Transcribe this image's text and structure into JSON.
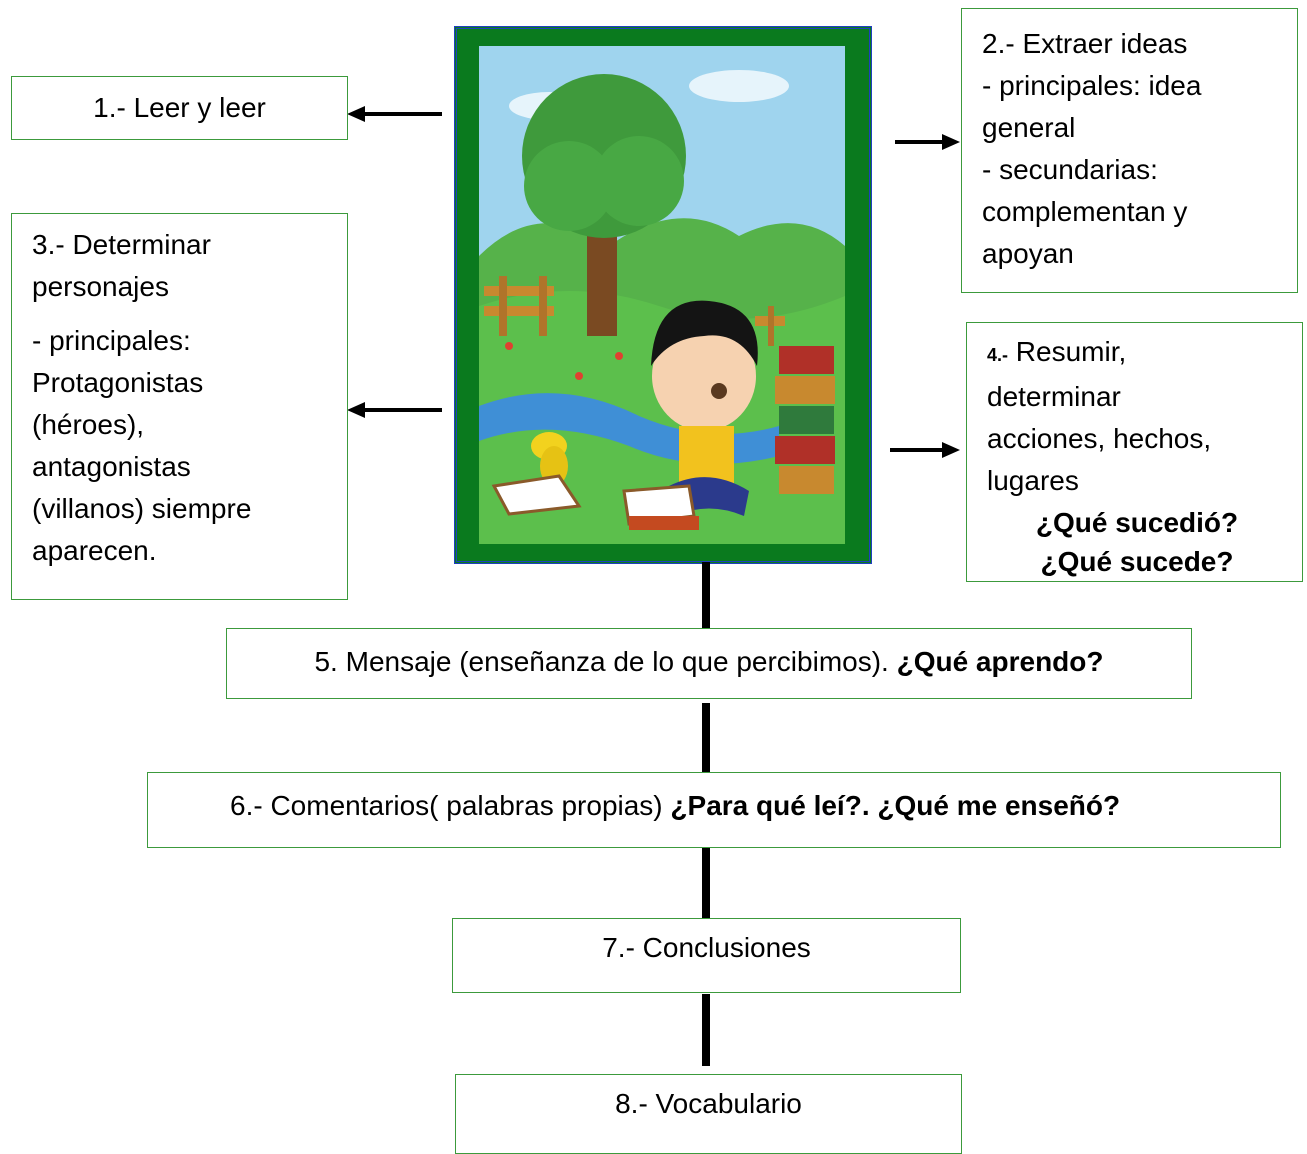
{
  "steps": {
    "s1": {
      "text": "1.- Leer y leer"
    },
    "s2": {
      "line1": "2.- Extraer ideas",
      "line2": "- principales: idea",
      "line3": "general",
      "line4": "- secundarias:",
      "line5": "complementan y",
      "line6": "apoyan"
    },
    "s3": {
      "line1": "3.- Determinar",
      "line2": "personajes",
      "line3": "- principales:",
      "line4": "Protagonistas",
      "line5": "(héroes),",
      "line6": "antagonistas",
      "line7": "(villanos) siempre",
      "line8": "aparecen."
    },
    "s4": {
      "num": "4.-",
      "line1": " Resumir,",
      "line2": "determinar",
      "line3": "acciones, hechos,",
      "line4": "lugares",
      "q1": "¿Qué sucedió?",
      "q2": "¿Qué sucede?"
    },
    "s5": {
      "text": "5. Mensaje (enseñanza de lo que percibimos). ",
      "bold": "¿Qué aprendo?"
    },
    "s6": {
      "text": "6.- Comentarios( palabras propias) ",
      "bold": "¿Para qué leí?. ¿Qué me enseñó?"
    },
    "s7": {
      "text": "7.- Conclusiones"
    },
    "s8": {
      "text": "8.- Vocabulario"
    }
  },
  "colors": {
    "box_border": "#3c9a3c",
    "frame_border": "#1f3fbf",
    "frame_fill": "#0a7a1e",
    "connector": "#000000"
  },
  "illustration": {
    "subject": "boy-reading-under-tree-illustration"
  }
}
